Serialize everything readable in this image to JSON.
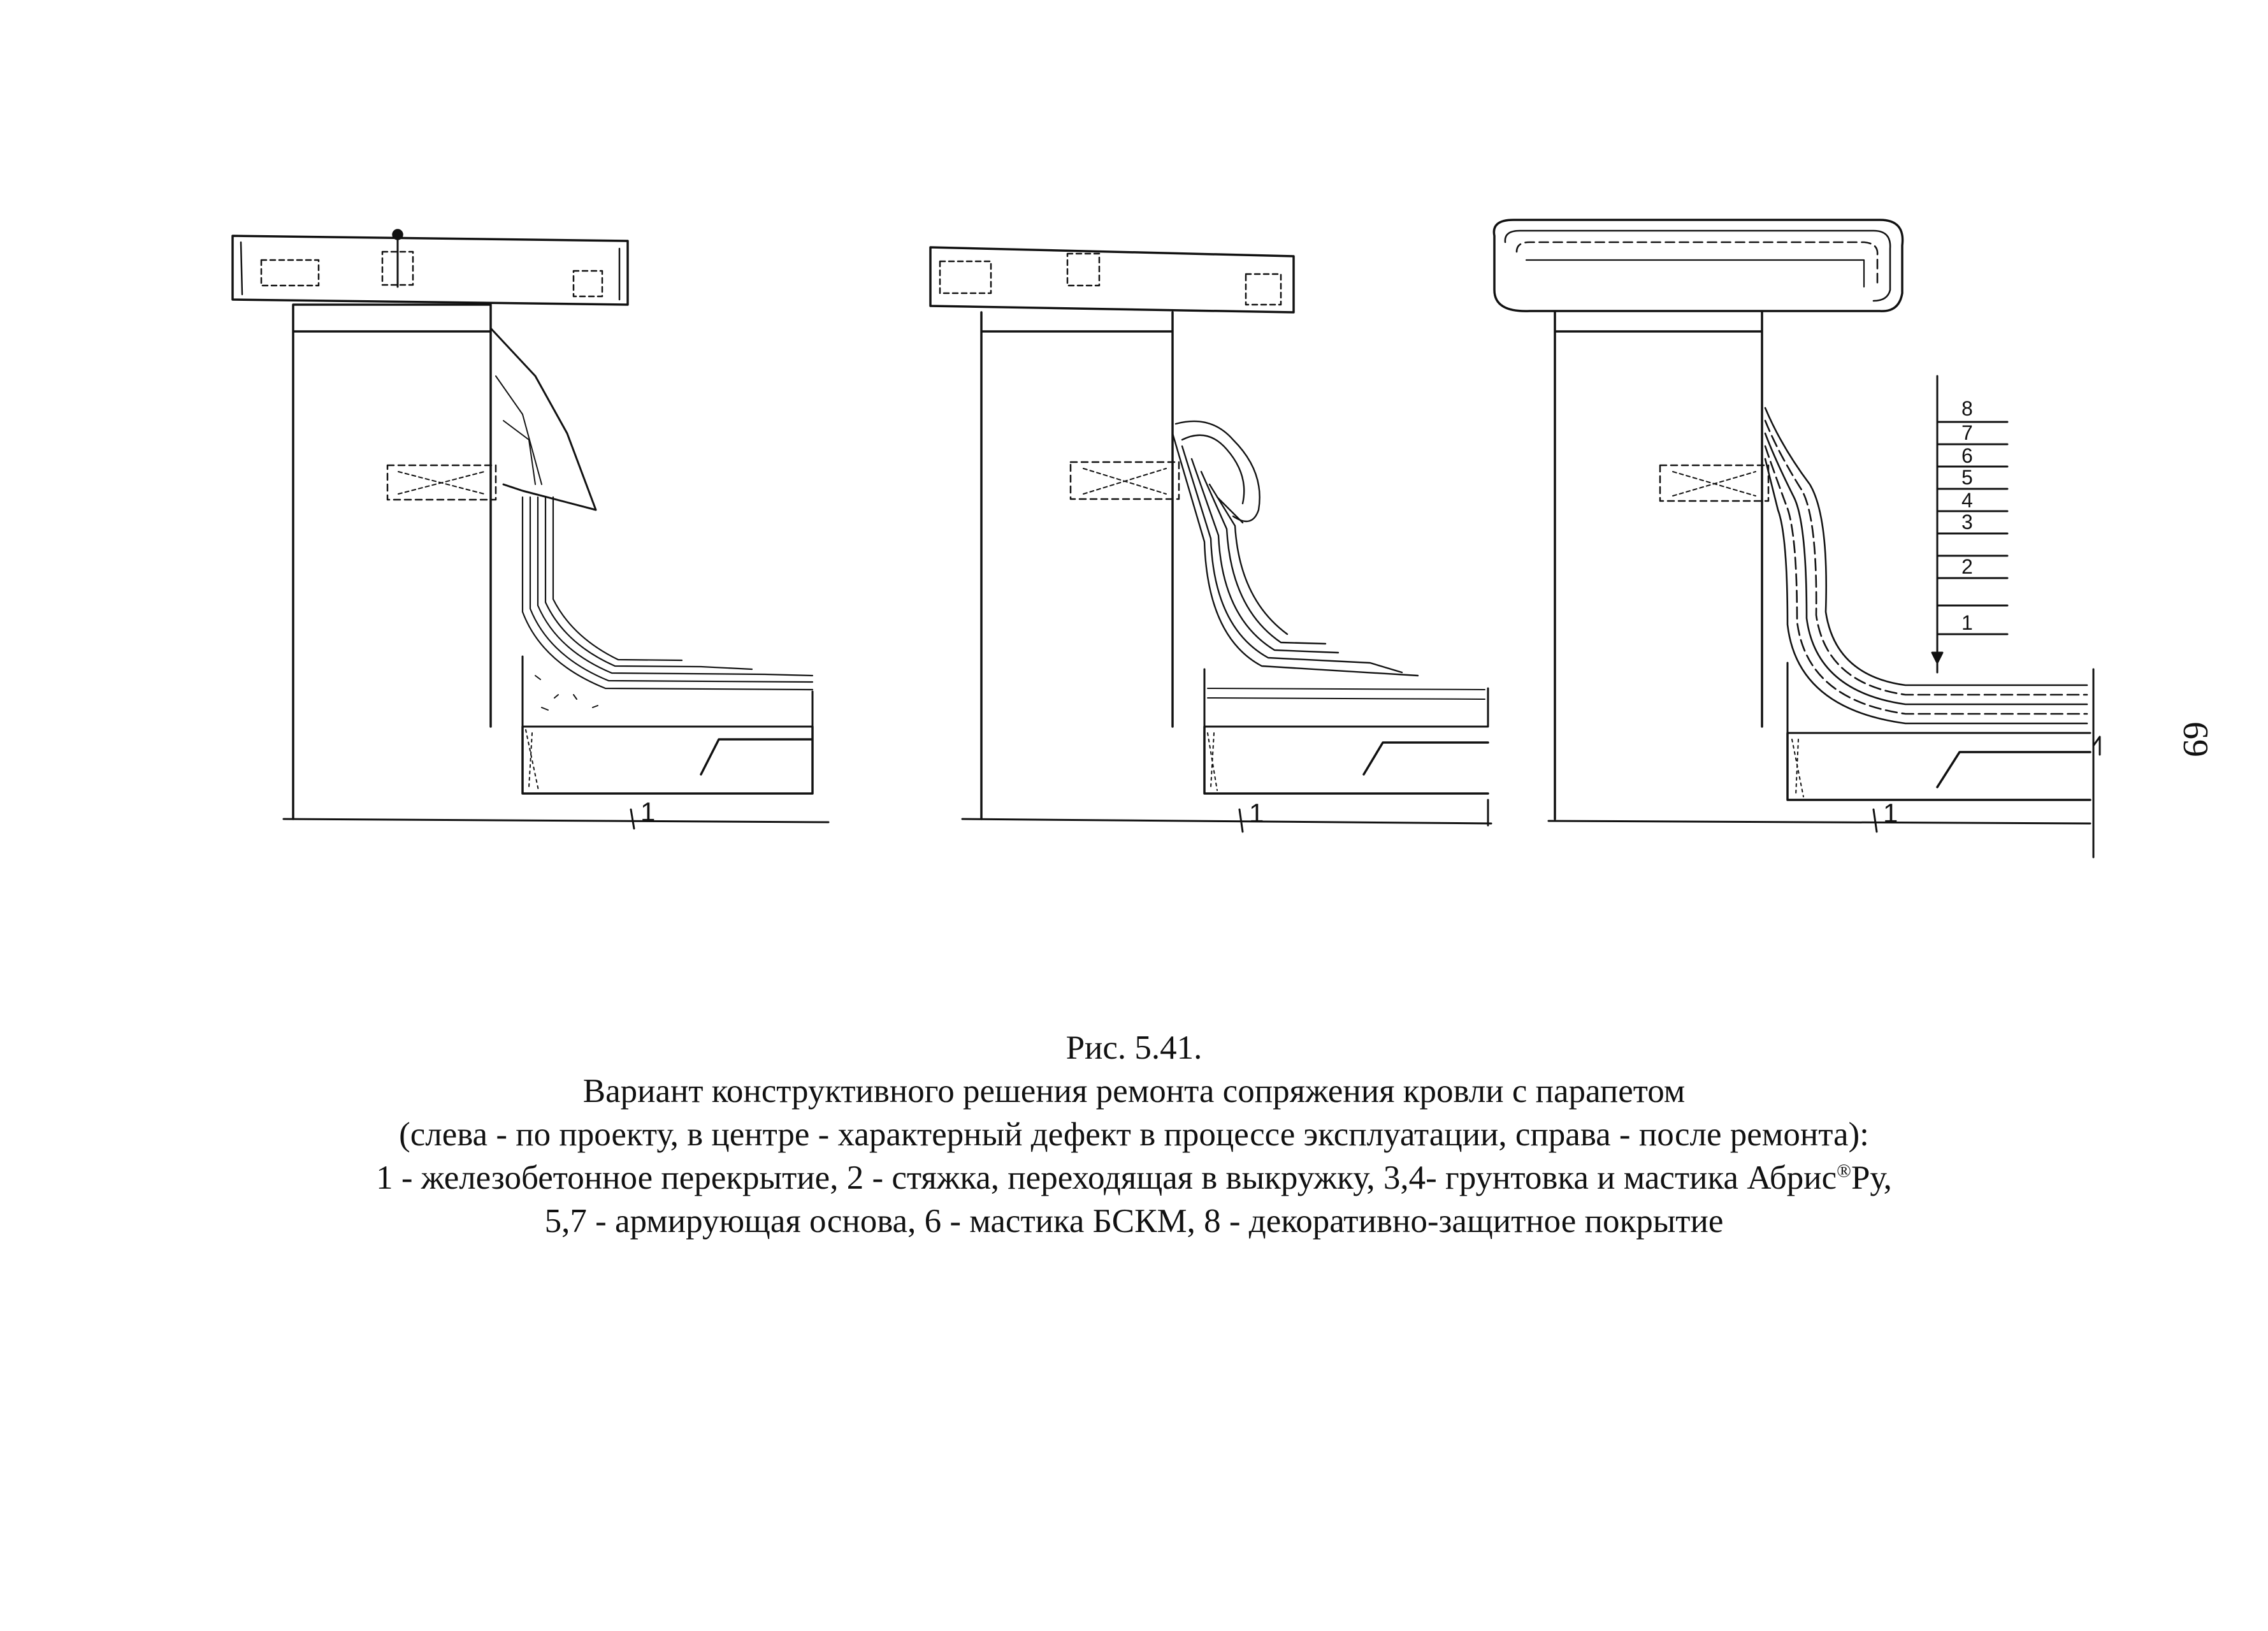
{
  "figure": {
    "panels": [
      {
        "position": "left",
        "label": "1"
      },
      {
        "position": "center",
        "label": "1"
      },
      {
        "position": "right",
        "label": "1",
        "layer_numbers": [
          "8",
          "7",
          "6",
          "5",
          "4",
          "3",
          "2",
          "1"
        ]
      }
    ]
  },
  "caption": {
    "fig_number": "Рис. 5.41.",
    "title": "Вариант конструктивного решения ремонта сопряжения кровли с парапетом",
    "subtitle": "(слева - по проекту, в центре - характерный дефект в процессе эксплуатации, справа - после ремонта):",
    "legend_line1_a": "1 - железобетонное перекрытие, 2 - стяжка, переходящая в выкружку, 3,4- грунтовка и мастика Абрис",
    "legend_line1_sup": "®",
    "legend_line1_b": "Ру,",
    "legend_line2": "5,7 - армирующая основа, 6 - мастика БСКМ, 8 - декоративно-защитное покрытие"
  },
  "page_number": "69"
}
